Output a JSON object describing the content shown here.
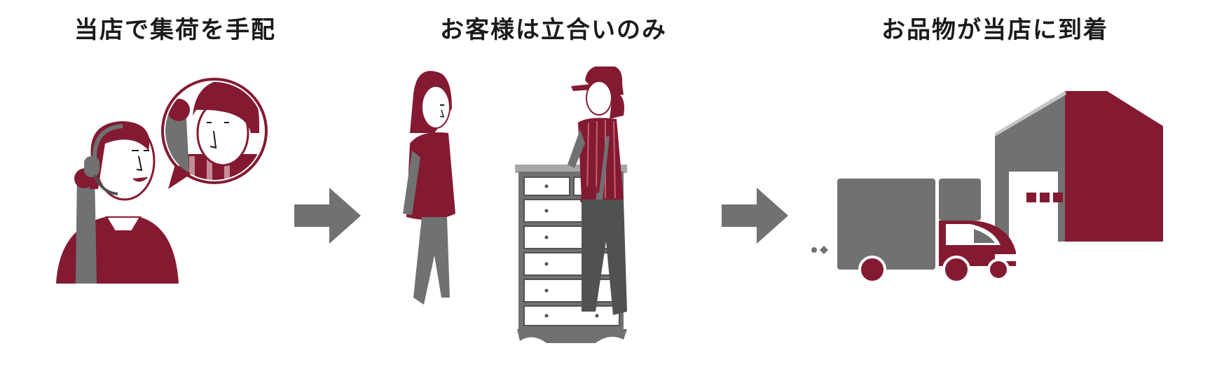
{
  "steps": [
    {
      "title": "当店で集荷を手配"
    },
    {
      "title": "お客様は立合いのみ"
    },
    {
      "title": "お品物が当店に到着"
    }
  ],
  "colors": {
    "maroon": "#841a32",
    "gray": "#6f7270",
    "dark_gray": "#4f5250",
    "light_gray": "#a6a8a6",
    "title": "#1a1a1a"
  },
  "icons": [
    "headset-icon",
    "arrow-right-icon",
    "truck-icon",
    "warehouse-icon"
  ]
}
